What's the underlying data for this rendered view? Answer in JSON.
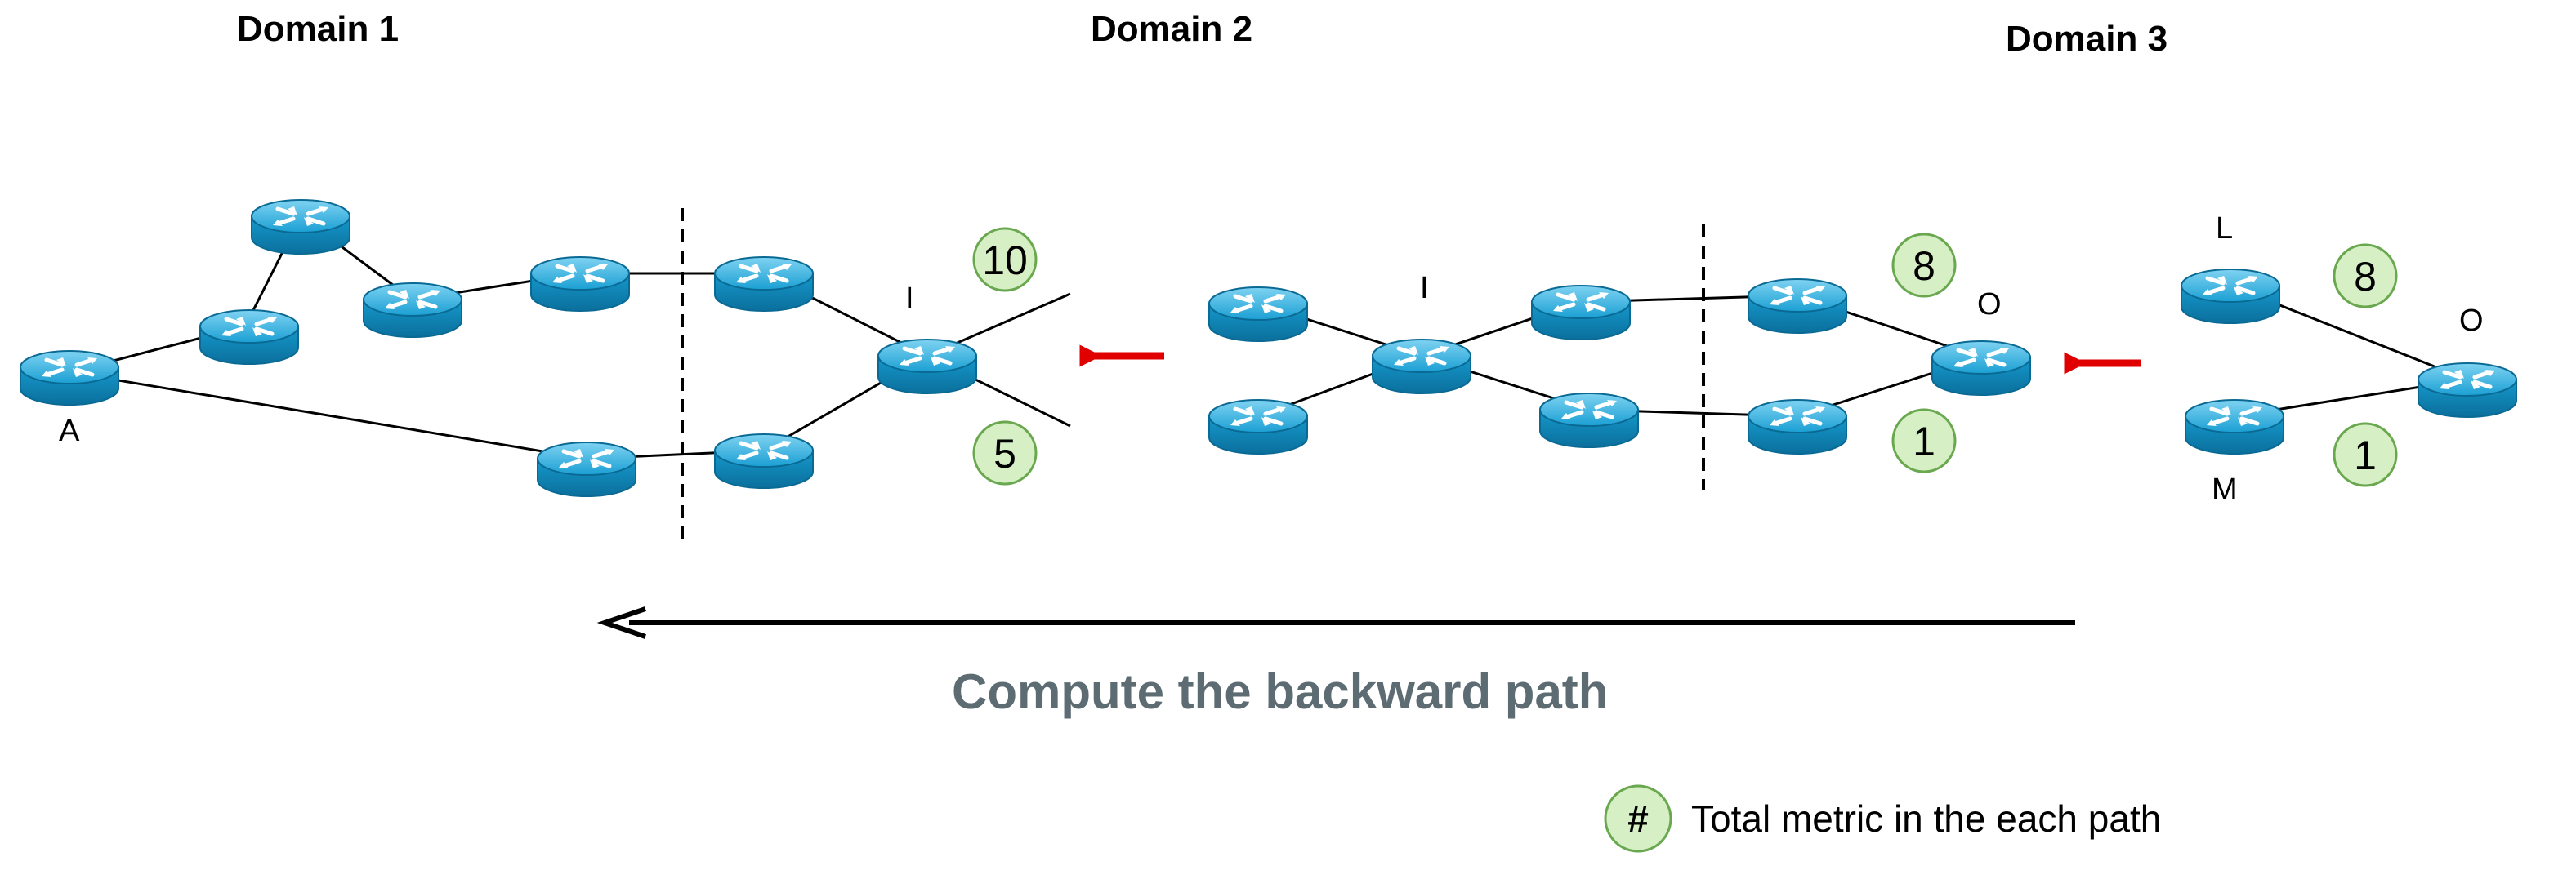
{
  "domains": [
    {
      "title": "Domain 1"
    },
    {
      "title": "Domain 2"
    },
    {
      "title": "Domain 3"
    }
  ],
  "node_labels": {
    "d1_a": "A",
    "d1_i": "I",
    "d2_i": "I",
    "d2_o": "O",
    "d3_l": "L",
    "d3_m": "M",
    "d3_o": "O"
  },
  "metrics": {
    "d1_top": "10",
    "d1_bottom": "5",
    "d2_top": "8",
    "d2_bottom": "1",
    "d3_top": "8",
    "d3_bottom": "1"
  },
  "caption": "Compute the backward path",
  "legend": {
    "symbol": "#",
    "text": "Total metric in the each path"
  },
  "colors": {
    "router": "#1ba9dc",
    "metric_fill": "#d6efc5",
    "metric_stroke": "#6aa84f",
    "direction_arrow": "#e00000",
    "path_arrow": "#000000",
    "caption": "#5d6b73"
  }
}
